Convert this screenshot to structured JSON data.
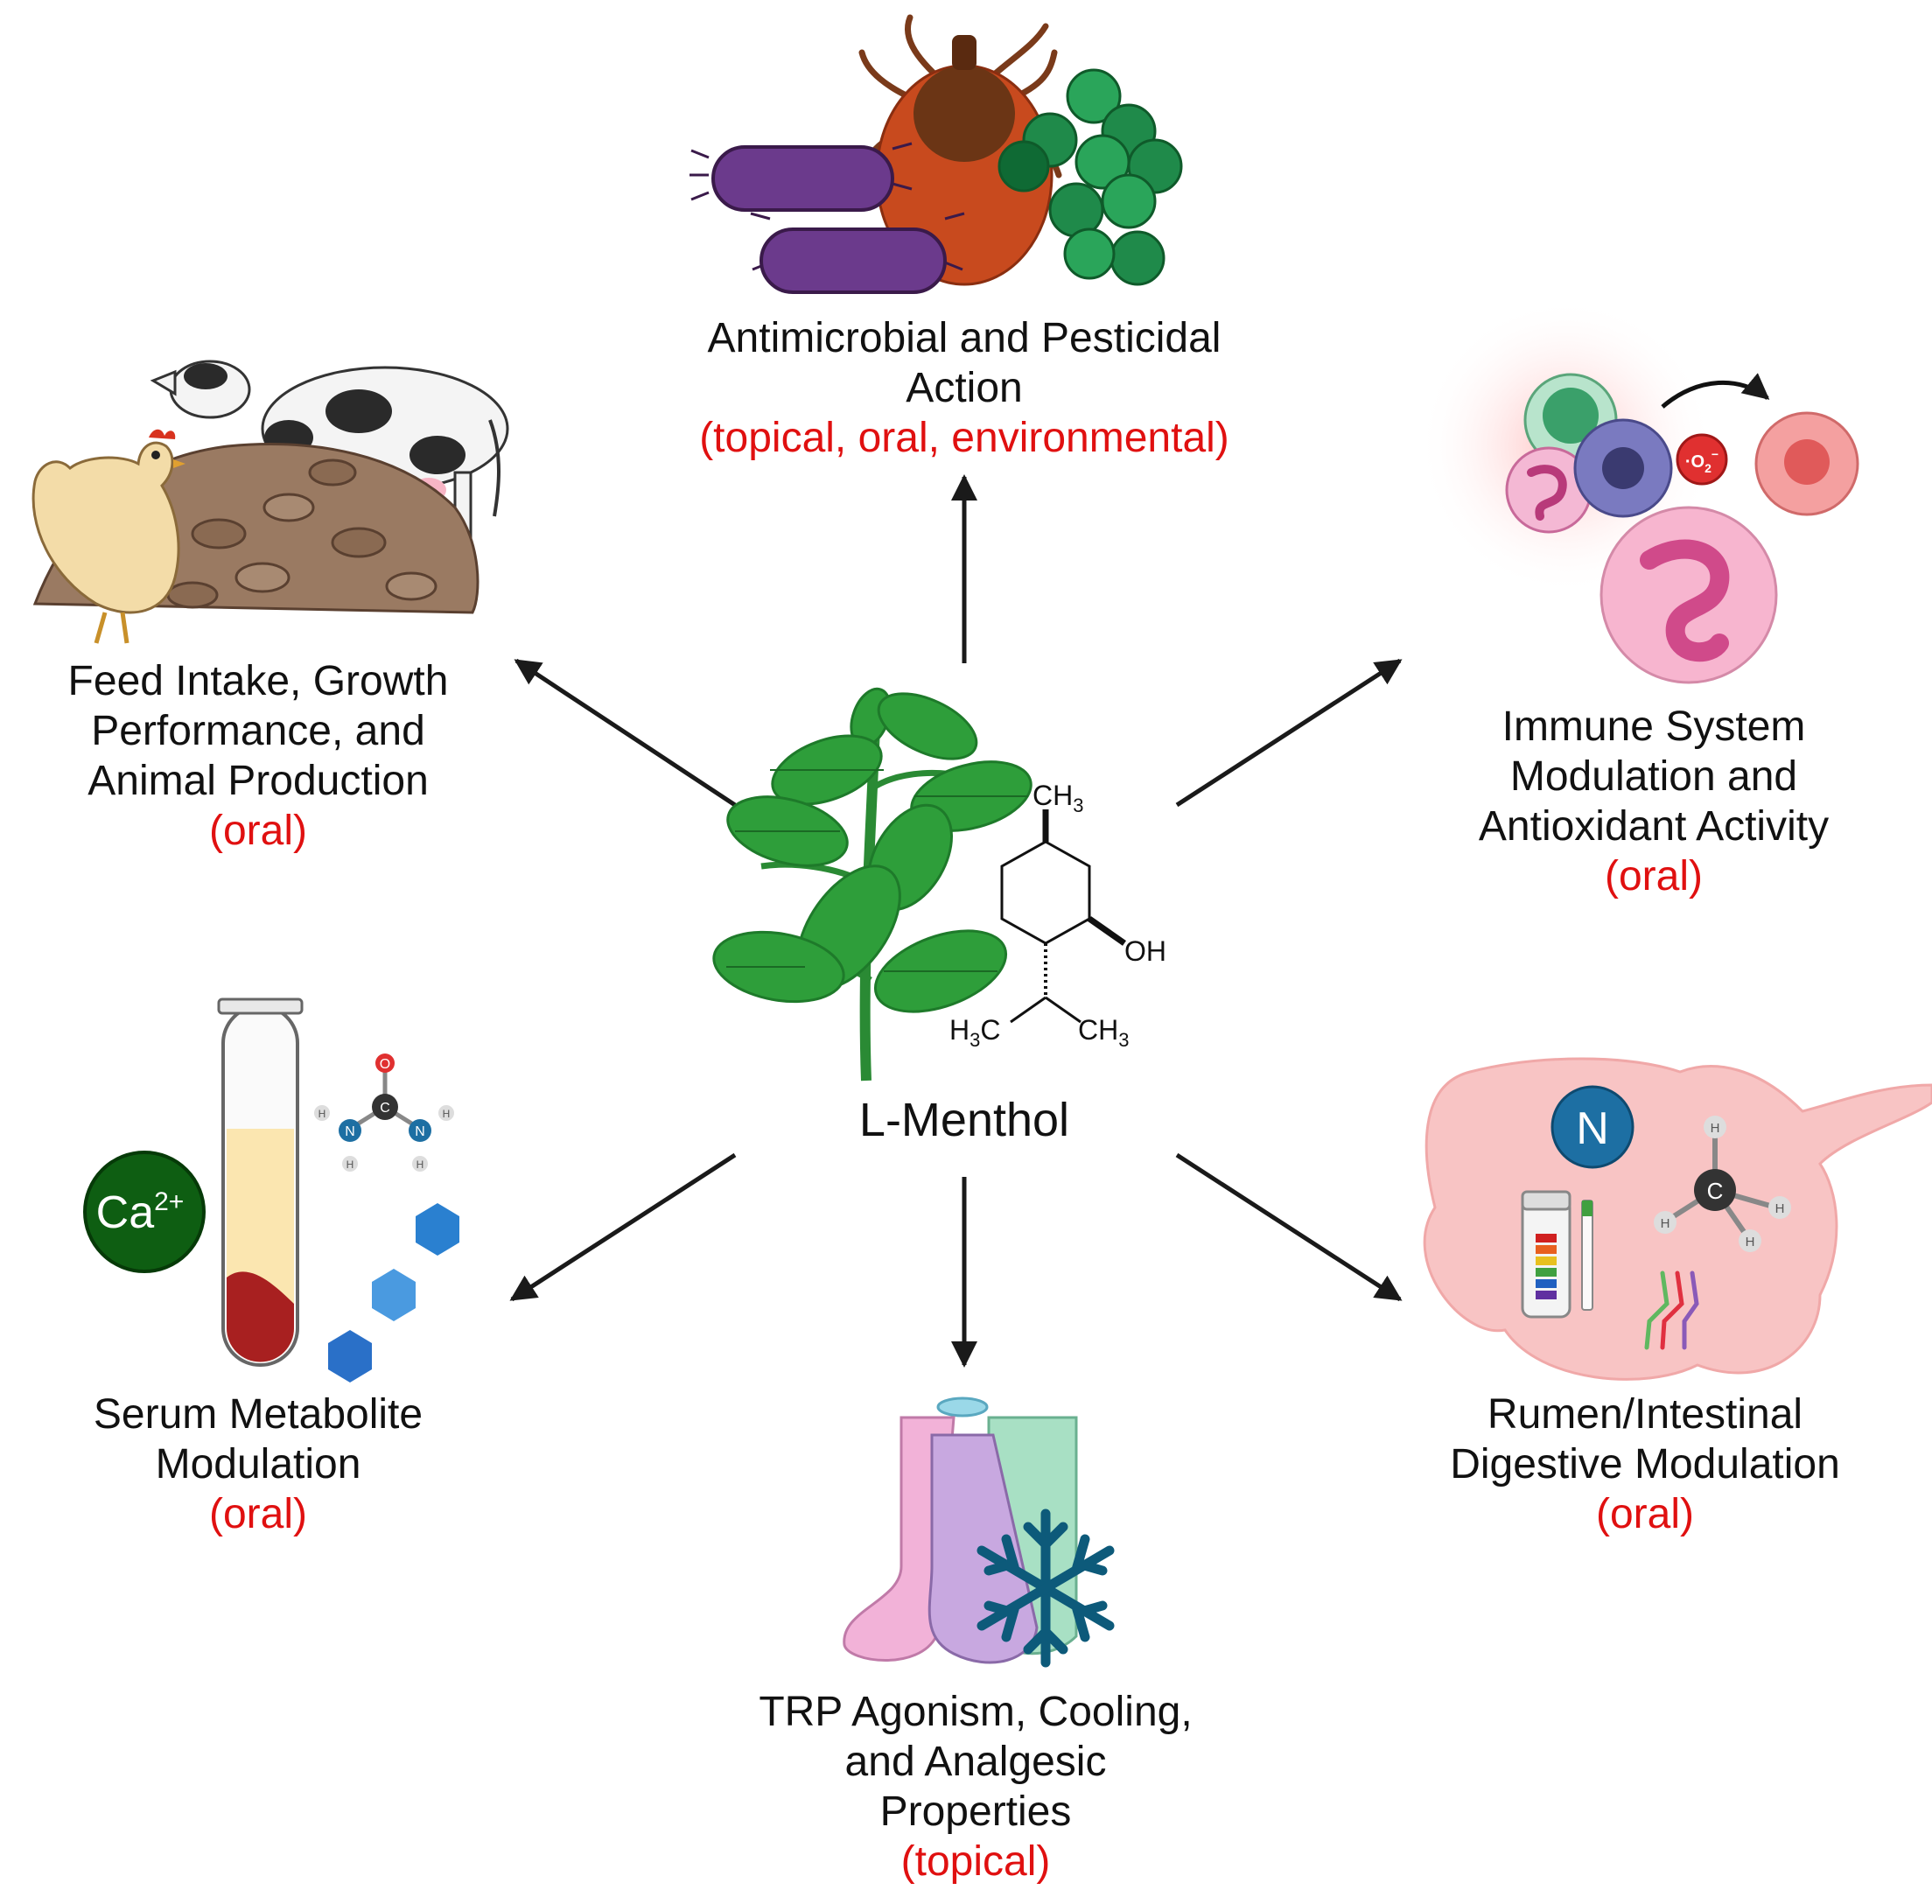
{
  "center": {
    "name": "L-Menthol",
    "structure_labels": {
      "ch3_top": "CH",
      "ch3_top_sub": "3",
      "oh": "OH",
      "h3c": "H",
      "h3c_sub": "3",
      "h3c_c": "C",
      "ch3_right": "CH",
      "ch3_right_sub": "3"
    }
  },
  "effects": {
    "antimicrobial": {
      "lines": [
        "Antimicrobial and Pesticidal",
        "Action"
      ],
      "route": "(topical, oral, environmental)"
    },
    "feed": {
      "lines": [
        "Feed Intake, Growth",
        "Performance, and",
        "Animal Production"
      ],
      "route": "(oral)"
    },
    "immune": {
      "lines": [
        "Immune System",
        "Modulation and",
        "Antioxidant Activity"
      ],
      "route": "(oral)"
    },
    "serum": {
      "lines": [
        "Serum Metabolite",
        "Modulation"
      ],
      "route": "(oral)"
    },
    "trp": {
      "lines": [
        "TRP Agonism, Cooling,",
        "and Analgesic",
        "Properties"
      ],
      "route": "(topical)"
    },
    "rumen": {
      "lines": [
        "Rumen/Intestinal",
        "Digestive Modulation"
      ],
      "route": "(oral)"
    }
  },
  "icon_text": {
    "calcium": "Ca",
    "calcium_charge": "2+",
    "nitrogen": "N",
    "methane_c": "C",
    "methane_h": "H",
    "urea_o": "O",
    "urea_c": "C",
    "urea_n": "N",
    "urea_h": "H",
    "superoxide": "·O",
    "superoxide_sub": "2",
    "superoxide_sup": "−"
  },
  "colors": {
    "route_text": "#e01010",
    "arrow": "#1a1a1a",
    "leaf": "#2e9e3a",
    "bacteria": "#6b3a8c",
    "cocci": "#1f8a4a",
    "tick": "#c2461e",
    "rumen": "#f8c4c4",
    "calcium": "#0e5e12",
    "nitrogen": "#1d6fa3",
    "snowflake": "#0d5a7a"
  }
}
